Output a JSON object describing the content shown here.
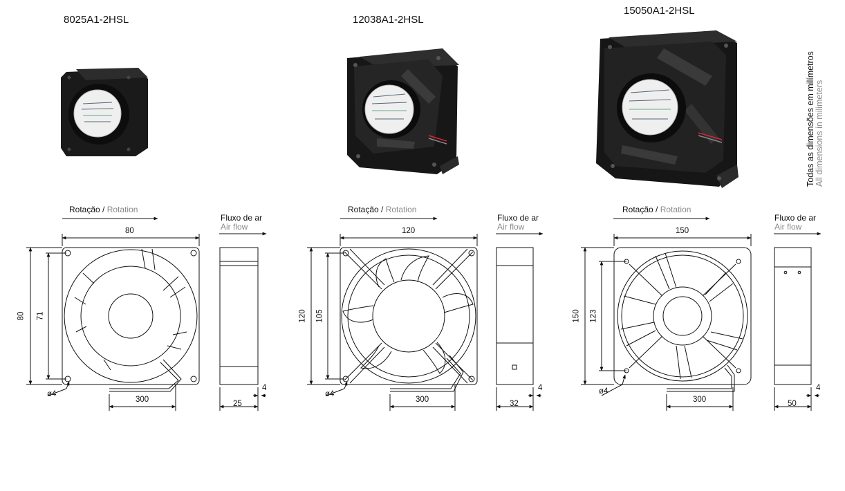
{
  "note": {
    "pt": "Todas as dimensões em milímetros",
    "en": "All dimensions in milimeters"
  },
  "labels": {
    "rotation_pt": "Rotação",
    "rotation_en": "Rotation",
    "airflow_pt": "Fluxo de ar",
    "airflow_en": "Air flow",
    "separator": " / "
  },
  "colors": {
    "fan_body": "#151515",
    "label_sticker": "#f2f2f2",
    "drawing_line": "#111111",
    "secondary_text": "#8a8a8a"
  },
  "fans": [
    {
      "model": "8025A1-2HSL",
      "width": "80",
      "height": "80",
      "hole_spacing": "71",
      "hole": "ø4",
      "cable": "300",
      "depth": "25",
      "airflow_margin": "4"
    },
    {
      "model": "12038A1-2HSL",
      "width": "120",
      "height": "120",
      "hole_spacing": "105",
      "hole": "ø4",
      "cable": "300",
      "depth": "32",
      "airflow_margin": "4"
    },
    {
      "model": "15050A1-2HSL",
      "width": "150",
      "height": "150",
      "hole_spacing": "123",
      "hole": "ø4",
      "cable": "300",
      "depth": "50",
      "airflow_margin": "4"
    }
  ]
}
